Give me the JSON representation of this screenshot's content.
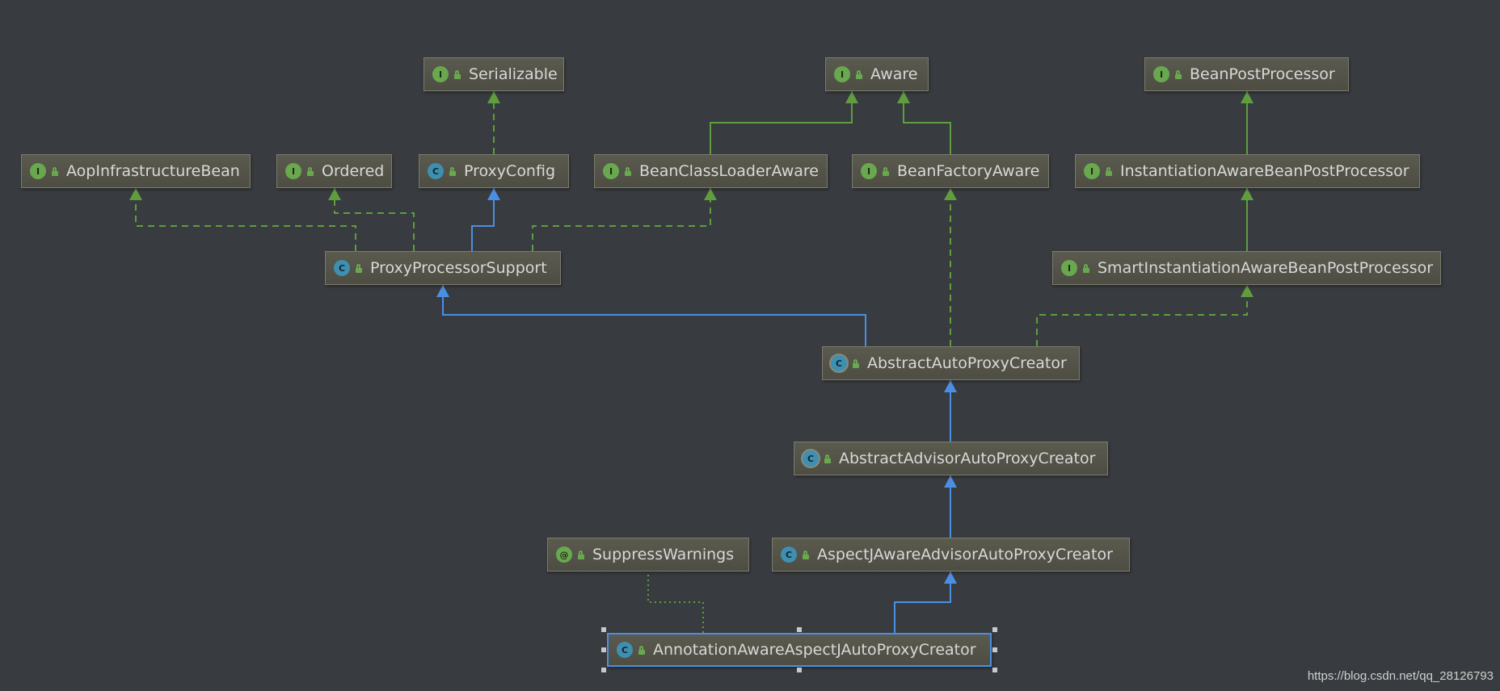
{
  "diagram": {
    "nodes": [
      {
        "id": "serializable",
        "name": "Serializable",
        "kind": "interface"
      },
      {
        "id": "aware",
        "name": "Aware",
        "kind": "interface"
      },
      {
        "id": "beanpostprocessor",
        "name": "BeanPostProcessor",
        "kind": "interface"
      },
      {
        "id": "aopinfrastructurebean",
        "name": "AopInfrastructureBean",
        "kind": "interface"
      },
      {
        "id": "ordered",
        "name": "Ordered",
        "kind": "interface"
      },
      {
        "id": "proxyconfig",
        "name": "ProxyConfig",
        "kind": "class"
      },
      {
        "id": "beanclassloaderaware",
        "name": "BeanClassLoaderAware",
        "kind": "interface"
      },
      {
        "id": "beanfactoryaware",
        "name": "BeanFactoryAware",
        "kind": "interface"
      },
      {
        "id": "instantiationawarebeanpostprocessor",
        "name": "InstantiationAwareBeanPostProcessor",
        "kind": "interface"
      },
      {
        "id": "proxyprocessorsupport",
        "name": "ProxyProcessorSupport",
        "kind": "class"
      },
      {
        "id": "smartinstantiationawarebeanpostprocessor",
        "name": "SmartInstantiationAwareBeanPostProcessor",
        "kind": "interface"
      },
      {
        "id": "abstractautoproxycreator",
        "name": "AbstractAutoProxyCreator",
        "kind": "abstract"
      },
      {
        "id": "abstractadvisorautoproxycreator",
        "name": "AbstractAdvisorAutoProxyCreator",
        "kind": "abstract"
      },
      {
        "id": "suppresswarnings",
        "name": "SuppressWarnings",
        "kind": "annotation"
      },
      {
        "id": "aspectjawareadvisorautoproxycreator",
        "name": "AspectJAwareAdvisorAutoProxyCreator",
        "kind": "class"
      },
      {
        "id": "annotationawareaspectjautoproxycreator",
        "name": "AnnotationAwareAspectJAutoProxyCreator",
        "kind": "class",
        "selected": true
      }
    ],
    "edges": [
      {
        "from": "proxyconfig",
        "to": "serializable",
        "type": "implements"
      },
      {
        "from": "beanclassloaderaware",
        "to": "aware",
        "type": "extends-interface"
      },
      {
        "from": "beanfactoryaware",
        "to": "aware",
        "type": "extends-interface"
      },
      {
        "from": "instantiationawarebeanpostprocessor",
        "to": "beanpostprocessor",
        "type": "extends-interface"
      },
      {
        "from": "smartinstantiationawarebeanpostprocessor",
        "to": "instantiationawarebeanpostprocessor",
        "type": "extends-interface"
      },
      {
        "from": "proxyprocessorsupport",
        "to": "aopinfrastructurebean",
        "type": "implements"
      },
      {
        "from": "proxyprocessorsupport",
        "to": "ordered",
        "type": "implements"
      },
      {
        "from": "proxyprocessorsupport",
        "to": "proxyconfig",
        "type": "extends"
      },
      {
        "from": "proxyprocessorsupport",
        "to": "beanclassloaderaware",
        "type": "implements"
      },
      {
        "from": "abstractautoproxycreator",
        "to": "proxyprocessorsupport",
        "type": "extends"
      },
      {
        "from": "abstractautoproxycreator",
        "to": "beanfactoryaware",
        "type": "implements"
      },
      {
        "from": "abstractautoproxycreator",
        "to": "smartinstantiationawarebeanpostprocessor",
        "type": "implements"
      },
      {
        "from": "abstractadvisorautoproxycreator",
        "to": "abstractautoproxycreator",
        "type": "extends"
      },
      {
        "from": "aspectjawareadvisorautoproxycreator",
        "to": "abstractadvisorautoproxycreator",
        "type": "extends"
      },
      {
        "from": "annotationawareaspectjautoproxycreator",
        "to": "aspectjawareadvisorautoproxycreator",
        "type": "extends"
      },
      {
        "from": "annotationawareaspectjautoproxycreator",
        "to": "suppresswarnings",
        "type": "annotated"
      }
    ],
    "kind_badges": {
      "interface": "I",
      "class": "C",
      "abstract": "C",
      "annotation": "@"
    },
    "colors": {
      "background": "#383b3f",
      "implements_line": "#5f9d3e",
      "extends_line": "#4b8fe3",
      "annotation_line": "#5f9d3e",
      "node_fill": "#55554b",
      "node_border": "#7c7c6c",
      "selection": "#4b8fe3"
    }
  },
  "watermark": "https://blog.csdn.net/qq_28126793"
}
